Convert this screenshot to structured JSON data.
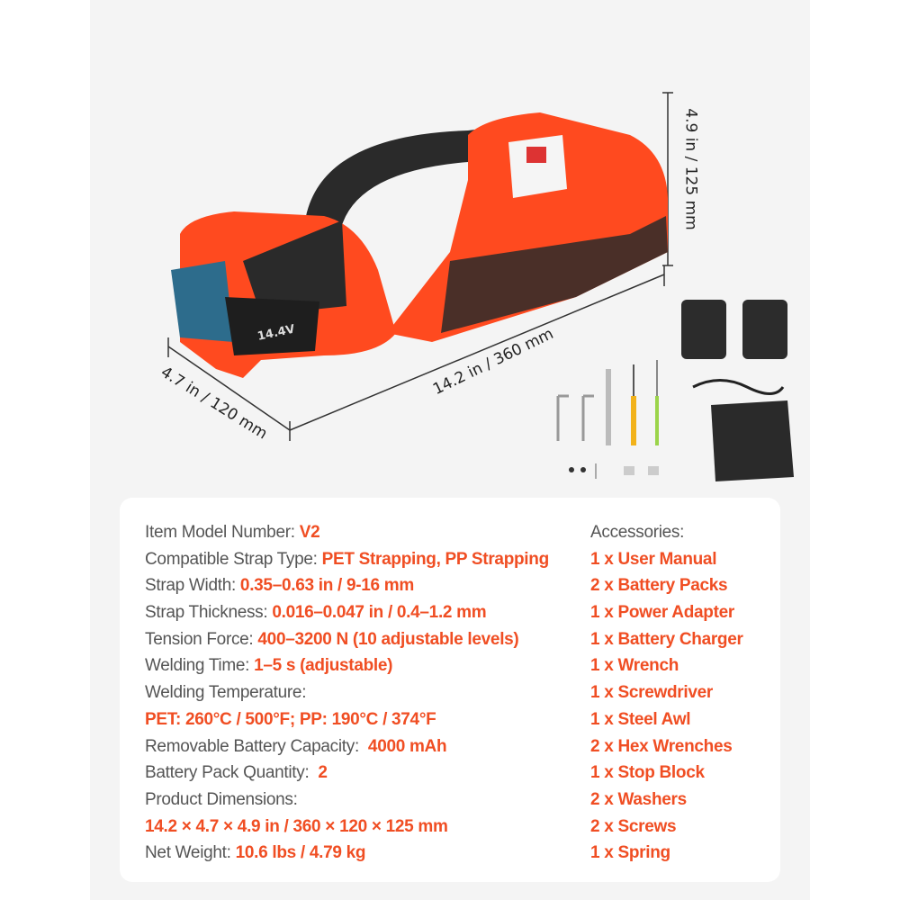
{
  "product": {
    "battery_label": "14.4V",
    "colors": {
      "body": "#ff4a1f",
      "grip": "#2a2a2a",
      "battery_blue": "#2d6c8c",
      "accent": "#f04e23",
      "label": "#555555"
    }
  },
  "dimensions": {
    "height": "4.9 in / 125 mm",
    "length": "14.2 in / 360 mm",
    "width": "4.7 in / 120 mm"
  },
  "specs": [
    {
      "label": "Item Model Number: ",
      "value": "V2"
    },
    {
      "label": "Compatible Strap Type: ",
      "value": "PET Strapping, PP Strapping"
    },
    {
      "label": "Strap Width: ",
      "value": "0.35–0.63 in / 9-16 mm"
    },
    {
      "label": "Strap Thickness: ",
      "value": "0.016–0.047 in / 0.4–1.2 mm"
    },
    {
      "label": "Tension Force: ",
      "value": "400–3200 N (10 adjustable levels)"
    },
    {
      "label": "Welding Time: ",
      "value": "1–5 s (adjustable)"
    },
    {
      "label": "Welding Temperature:",
      "value": ""
    },
    {
      "label": "",
      "value": "PET: 260°C / 500°F; PP: 190°C / 374°F"
    },
    {
      "label": "Removable Battery Capacity:  ",
      "value": "4000 mAh"
    },
    {
      "label": "Battery Pack Quantity:  ",
      "value": "2"
    },
    {
      "label": "Product Dimensions:",
      "value": ""
    },
    {
      "label": "",
      "value": "14.2 × 4.7 × 4.9 in / 360 × 120 × 125 mm"
    },
    {
      "label": "Net Weight: ",
      "value": "10.6 lbs / 4.79 kg"
    }
  ],
  "accessories": {
    "title": "Accessories:",
    "items": [
      "1 x User Manual",
      "2 x Battery Packs",
      "1 x Power Adapter",
      "1 x Battery Charger",
      "1 x Wrench",
      "1 x Screwdriver",
      "1 x Steel Awl",
      "2 x Hex Wrenches",
      "1 x Stop Block",
      "2 x Washers",
      "2 x Screws",
      "1 x Spring"
    ]
  }
}
